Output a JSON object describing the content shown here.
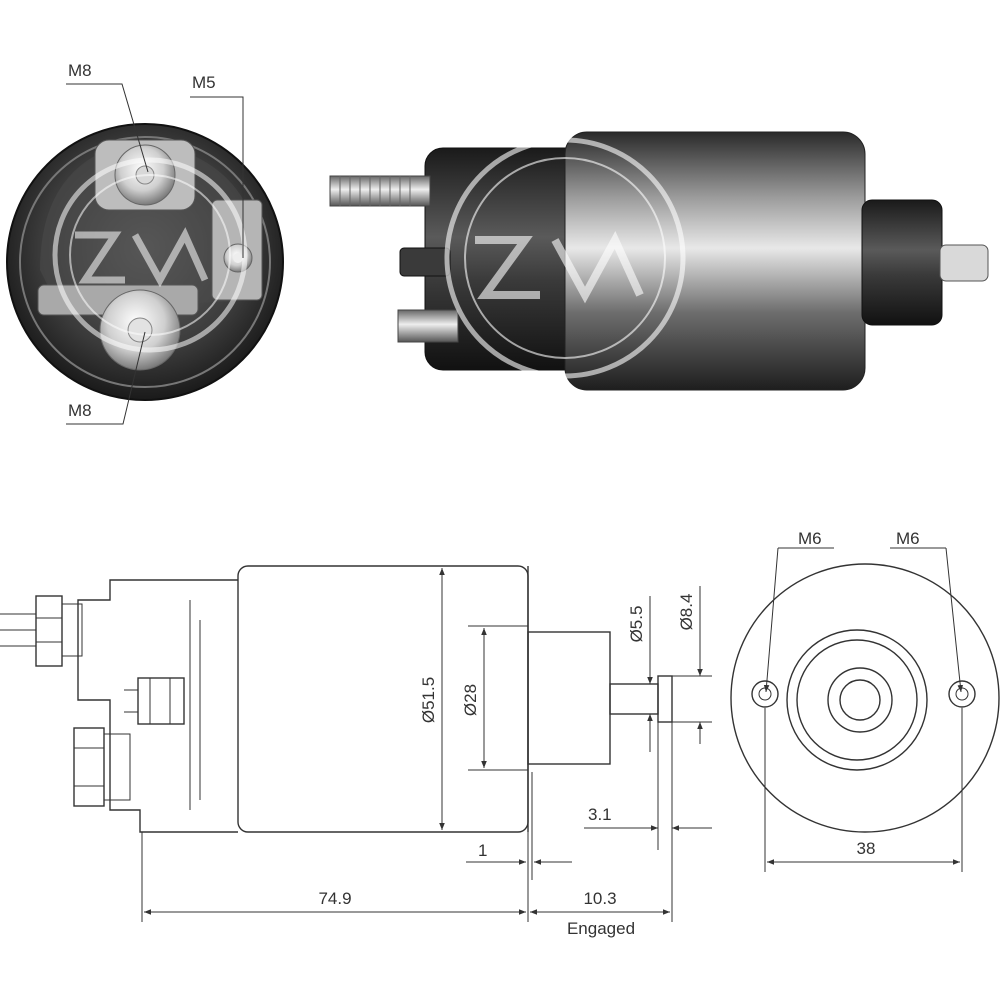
{
  "photo_callouts": {
    "top_left": "M8",
    "top_right": "M5",
    "bottom": "M8"
  },
  "side_view": {
    "body_diameter": "Ø51.5",
    "plunger_diameter": "Ø28",
    "pin_small_diameter": "Ø5.5",
    "pin_large_diameter": "Ø8.4",
    "length_body": "74.9",
    "length_engaged": "10.3",
    "engaged_label": "Engaged",
    "gap": "1",
    "pin_offset": "3.1"
  },
  "end_view": {
    "stud_left": "M6",
    "stud_right": "M6",
    "stud_spacing": "38"
  },
  "colors": {
    "line": "#333333",
    "metal_dark": "#3a3a3a",
    "metal_light": "#cfcfcf",
    "watermark": "#ffffff"
  }
}
